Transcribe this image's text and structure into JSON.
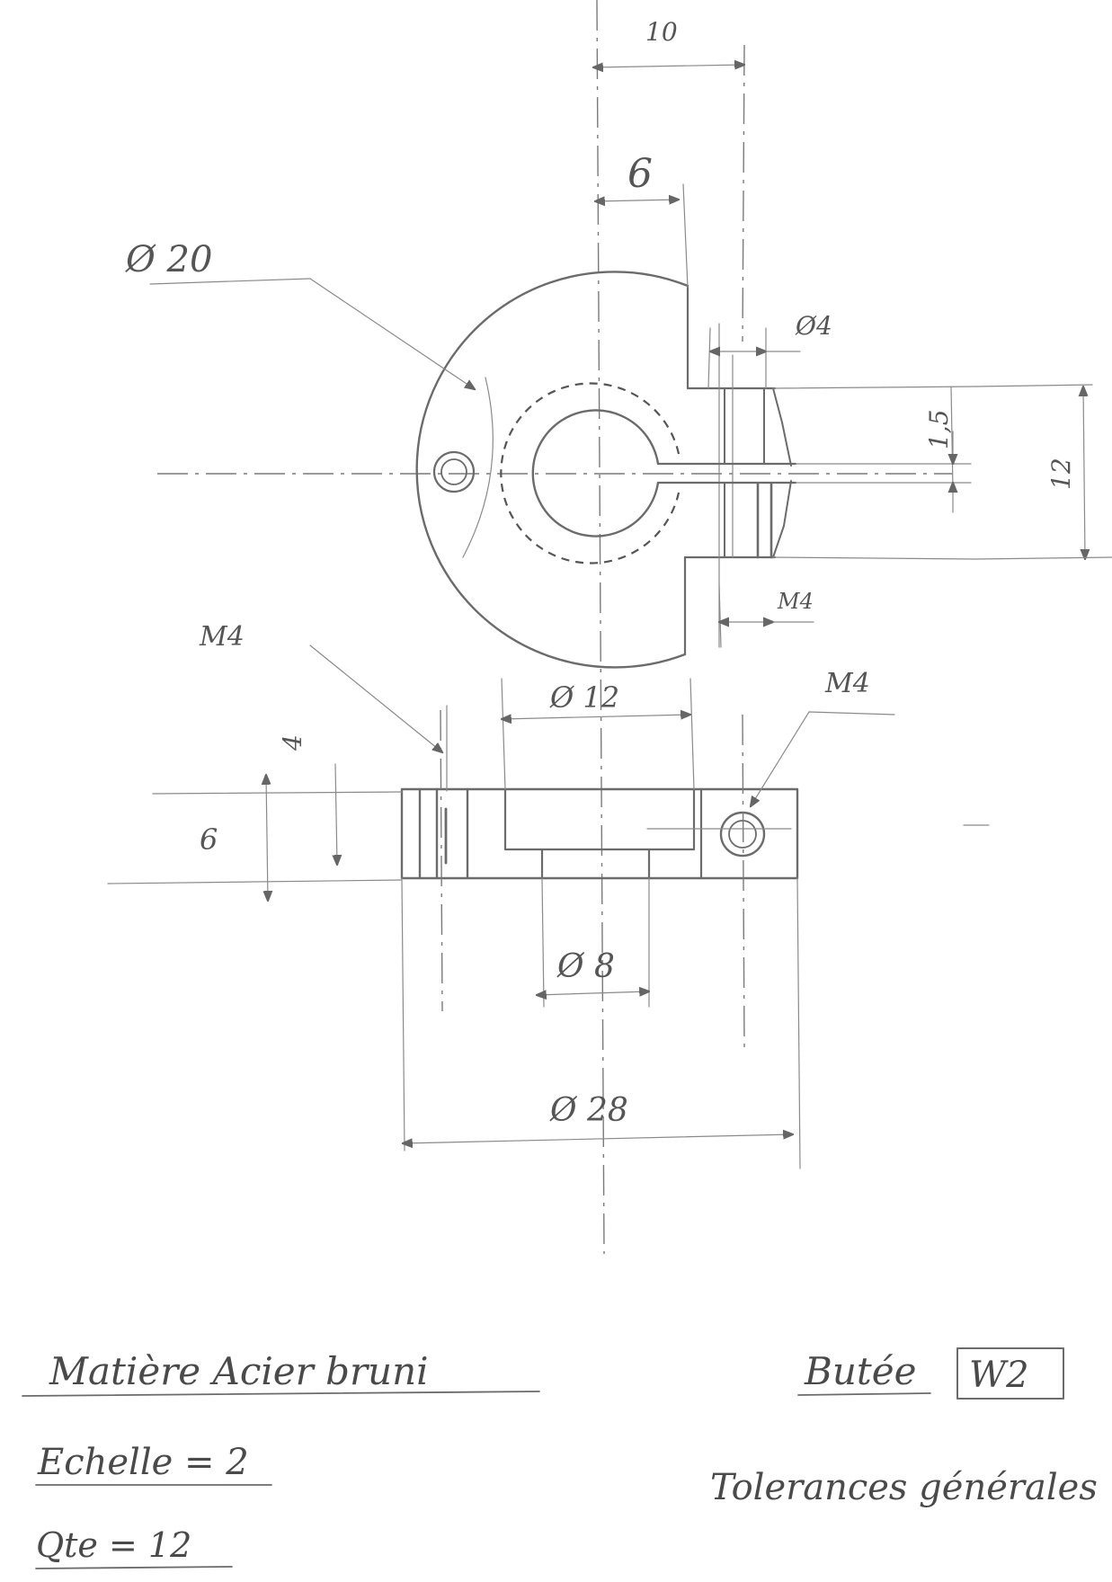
{
  "dimensions": {
    "d10": "10",
    "d6_top": "6",
    "dia20": "Ø 20",
    "dia4": "Ø4",
    "d1_5": "1,5",
    "d12_right": "12",
    "m4_side": "M4",
    "m4_left": "M4",
    "m4_right": "M4",
    "dia12": "Ø 12",
    "d4": "4",
    "d6_left": "6",
    "dia8": "Ø 8",
    "dia28": "Ø 28"
  },
  "title_block": {
    "material": "Matière Acier bruni",
    "scale": "Echelle = 2",
    "quantity": "Qte = 12",
    "part_name": "Butée",
    "part_ref": "W2",
    "tolerances": "Tolerances générales"
  },
  "colors": {
    "ink": "#6b6b6b",
    "paper": "#ffffff"
  }
}
